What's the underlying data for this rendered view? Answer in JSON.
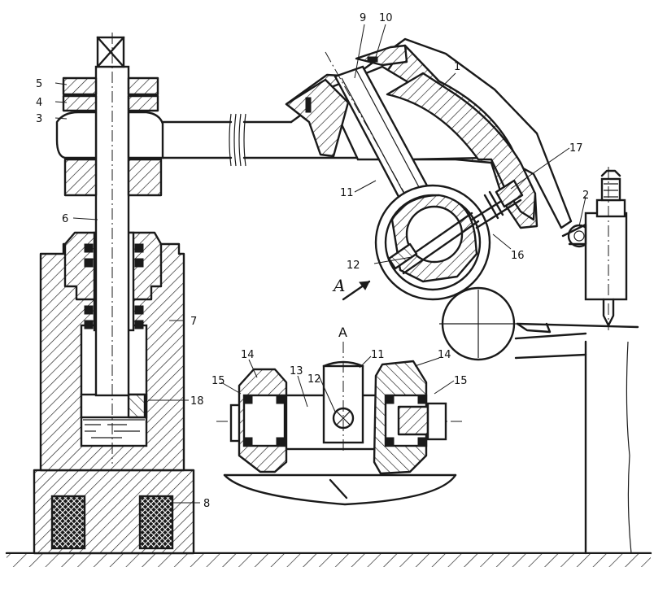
{
  "labels": {
    "n1": "1",
    "n2": "2",
    "n3": "3",
    "n4": "4",
    "n5": "5",
    "n6": "6",
    "n7": "7",
    "n8": "8",
    "n9": "9",
    "n10": "10",
    "n11": "11",
    "n12": "12",
    "n13": "13",
    "n14a": "14",
    "n14b": "14",
    "n15a": "15",
    "n15b": "15",
    "n16": "16",
    "n17": "17",
    "n18": "18",
    "n11b": "11",
    "n12b": "12",
    "viewArrow": "A",
    "sectionTitle": "A"
  }
}
